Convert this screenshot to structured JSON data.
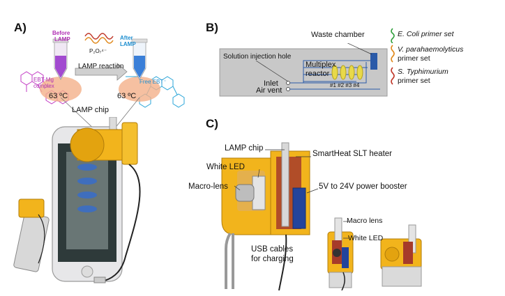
{
  "panelA": {
    "label": "A)",
    "before_lamp": [
      "Before",
      "LAMP"
    ],
    "after_lamp": [
      "After",
      "LAMP"
    ],
    "reaction": "LAMP reaction",
    "byproduct": "P₂O₇⁴⁻",
    "complex": [
      "EBT-Mg",
      "complex"
    ],
    "free_ebt": "Free EBT⁻",
    "temp_left": "63 ºC",
    "temp_right": "63 ºC",
    "chip_label": "LAMP chip"
  },
  "panelB": {
    "label": "B)",
    "waste": "Waste chamber",
    "injection": "Solution injection hole",
    "multiplex": [
      "Multiplex",
      "reactor"
    ],
    "inlet": "Inlet",
    "air_vent": "Air vent",
    "chambers": "#1 #2 #3 #4",
    "legend": [
      {
        "lines": [
          "E. Coli primer set"
        ],
        "color": "#2e9e3a"
      },
      {
        "lines": [
          "V. parahaemolyticus",
          "primer set"
        ],
        "color": "#e08a1e"
      },
      {
        "lines": [
          "S. Typhimurium",
          "primer set"
        ],
        "color": "#c0392b"
      }
    ]
  },
  "panelC": {
    "label": "C)",
    "lamp_chip": "LAMP chip",
    "heater": "SmartHeat SLT heater",
    "white_led": "White LED",
    "macro_lens_left": "Macro-lens",
    "booster": "5V to 24V power booster",
    "macro_lens_right": "Macro lens",
    "white_led_right": "White LED",
    "usb": [
      "USB cables",
      "for charging"
    ]
  },
  "colors": {
    "device_yellow": "#f2b41c",
    "chip_gray": "#c8c8c8",
    "channel_blue": "#2a5aa8",
    "booster_blue": "#23449c"
  }
}
